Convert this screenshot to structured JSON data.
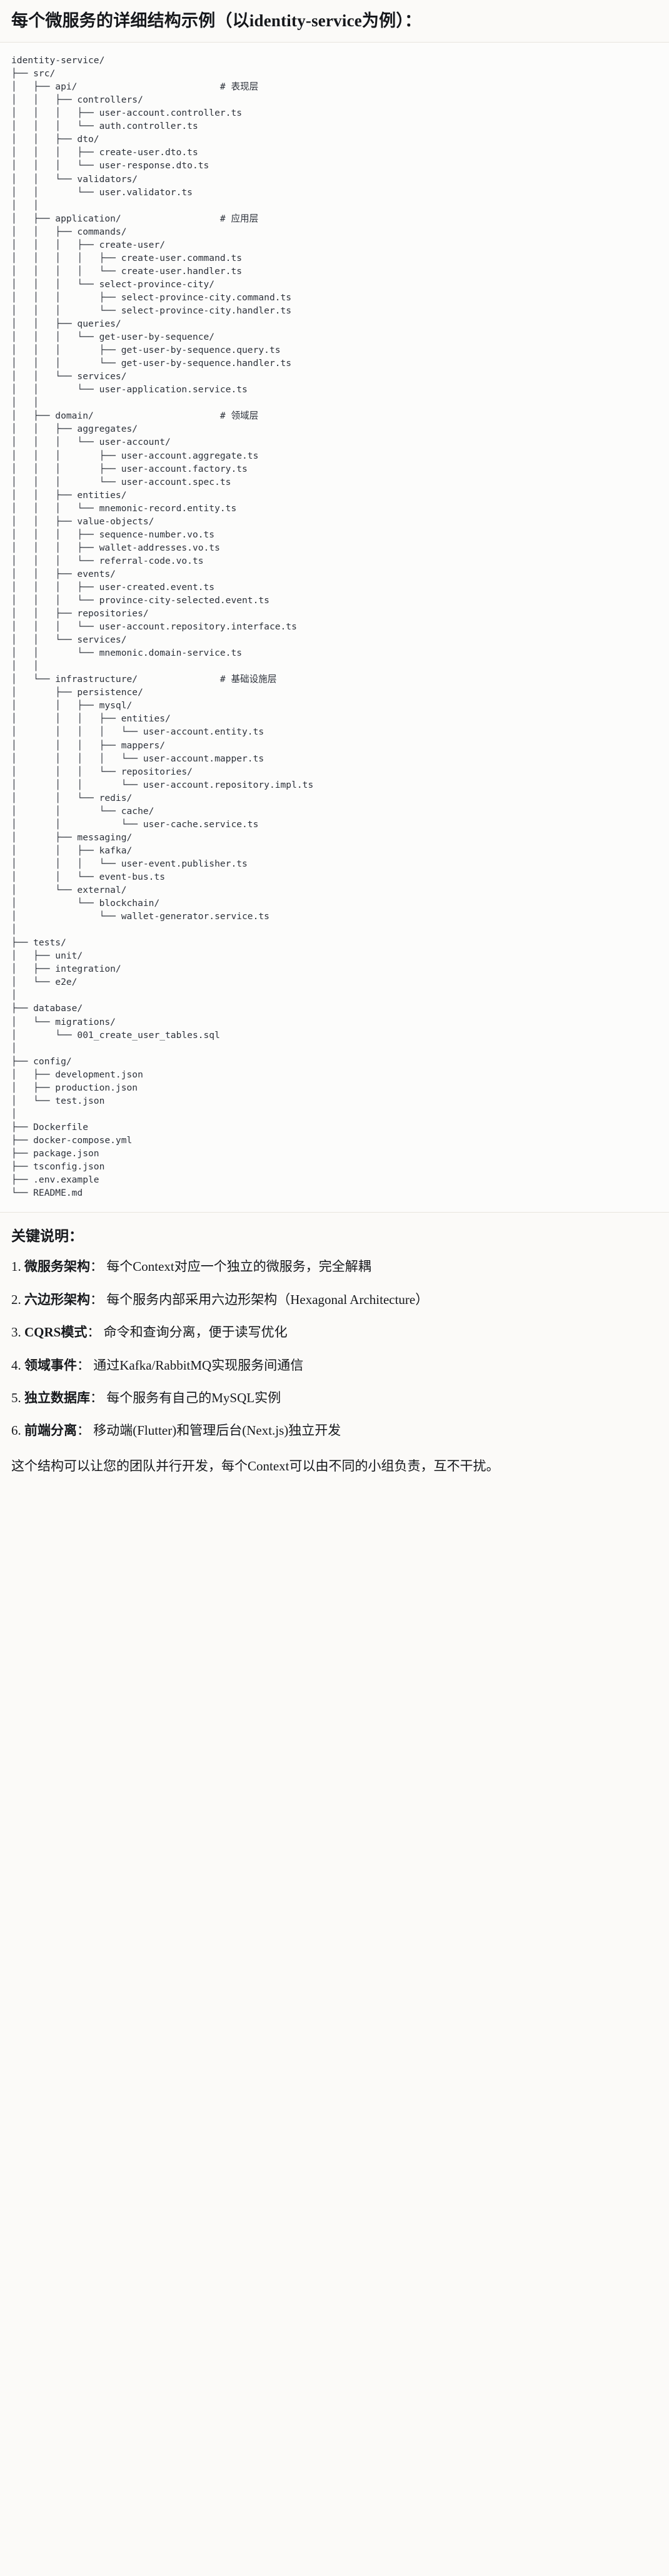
{
  "heading": "每个微服务的详细结构示例（以identity-service为例）：",
  "tree": {
    "root_label": "identity-service/",
    "comments": {
      "api": "# 表现层",
      "application": "# 应用层",
      "domain": "# 领域层",
      "infrastructure": "# 基础设施层"
    },
    "text": "identity-service/\n├── src/\n│   ├── api/                          # 表现层\n│   │   ├── controllers/\n│   │   │   ├── user-account.controller.ts\n│   │   │   └── auth.controller.ts\n│   │   ├── dto/\n│   │   │   ├── create-user.dto.ts\n│   │   │   └── user-response.dto.ts\n│   │   └── validators/\n│   │       └── user.validator.ts\n│   │\n│   ├── application/                  # 应用层\n│   │   ├── commands/\n│   │   │   ├── create-user/\n│   │   │   │   ├── create-user.command.ts\n│   │   │   │   └── create-user.handler.ts\n│   │   │   └── select-province-city/\n│   │   │       ├── select-province-city.command.ts\n│   │   │       └── select-province-city.handler.ts\n│   │   ├── queries/\n│   │   │   └── get-user-by-sequence/\n│   │   │       ├── get-user-by-sequence.query.ts\n│   │   │       └── get-user-by-sequence.handler.ts\n│   │   └── services/\n│   │       └── user-application.service.ts\n│   │\n│   ├── domain/                       # 领域层\n│   │   ├── aggregates/\n│   │   │   └── user-account/\n│   │   │       ├── user-account.aggregate.ts\n│   │   │       ├── user-account.factory.ts\n│   │   │       └── user-account.spec.ts\n│   │   ├── entities/\n│   │   │   └── mnemonic-record.entity.ts\n│   │   ├── value-objects/\n│   │   │   ├── sequence-number.vo.ts\n│   │   │   ├── wallet-addresses.vo.ts\n│   │   │   └── referral-code.vo.ts\n│   │   ├── events/\n│   │   │   ├── user-created.event.ts\n│   │   │   └── province-city-selected.event.ts\n│   │   ├── repositories/\n│   │   │   └── user-account.repository.interface.ts\n│   │   └── services/\n│   │       └── mnemonic.domain-service.ts\n│   │\n│   └── infrastructure/               # 基础设施层\n│       ├── persistence/\n│       │   ├── mysql/\n│       │   │   ├── entities/\n│       │   │   │   └── user-account.entity.ts\n│       │   │   ├── mappers/\n│       │   │   │   └── user-account.mapper.ts\n│       │   │   └── repositories/\n│       │   │       └── user-account.repository.impl.ts\n│       │   └── redis/\n│       │       └── cache/\n│       │           └── user-cache.service.ts\n│       ├── messaging/\n│       │   ├── kafka/\n│       │   │   └── user-event.publisher.ts\n│       │   └── event-bus.ts\n│       └── external/\n│           └── blockchain/\n│               └── wallet-generator.service.ts\n│\n├── tests/\n│   ├── unit/\n│   ├── integration/\n│   └── e2e/\n│\n├── database/\n│   └── migrations/\n│       └── 001_create_user_tables.sql\n│\n├── config/\n│   ├── development.json\n│   ├── production.json\n│   └── test.json\n│\n├── Dockerfile\n├── docker-compose.yml\n├── package.json\n├── tsconfig.json\n├── .env.example\n└── README.md"
  },
  "notes": {
    "title": "关键说明：",
    "items": [
      {
        "num": "1.",
        "term": "微服务架构",
        "sep": "：",
        "desc": "每个Context对应一个独立的微服务，完全解耦"
      },
      {
        "num": "2.",
        "term": "六边形架构",
        "sep": "：",
        "desc": "每个服务内部采用六边形架构（Hexagonal Architecture）"
      },
      {
        "num": "3.",
        "term": "CQRS模式",
        "sep": "：",
        "desc": "命令和查询分离，便于读写优化"
      },
      {
        "num": "4.",
        "term": "领域事件",
        "sep": "：",
        "desc": "通过Kafka/RabbitMQ实现服务间通信"
      },
      {
        "num": "5.",
        "term": "独立数据库",
        "sep": "：",
        "desc": "每个服务有自己的MySQL实例"
      },
      {
        "num": "6.",
        "term": "前端分离",
        "sep": "：",
        "desc": "移动端(Flutter)和管理后台(Next.js)独立开发"
      }
    ],
    "closing": "这个结构可以让您的团队并行开发，每个Context可以由不同的小组负责，互不干扰。"
  }
}
